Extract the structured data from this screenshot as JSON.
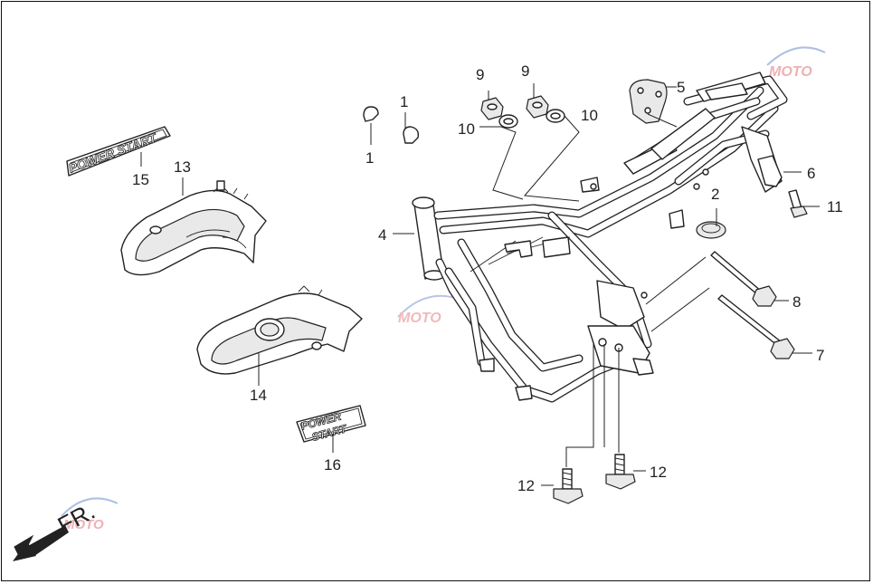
{
  "direction_label": "FR.",
  "decals": {
    "top": {
      "line1": "POWER START"
    },
    "bottom": {
      "line1": "POWER",
      "line2": "START"
    }
  },
  "callouts": {
    "c1a": "1",
    "c1b": "1",
    "c2": "2",
    "c4": "4",
    "c5": "5",
    "c6": "6",
    "c7": "7",
    "c8": "8",
    "c9a": "9",
    "c9b": "9",
    "c10a": "10",
    "c10b": "10",
    "c11": "11",
    "c12a": "12",
    "c12b": "12",
    "c13": "13",
    "c14": "14",
    "c15": "15",
    "c16": "16"
  },
  "colors": {
    "line": "#222222",
    "fill_light": "#e9e9e9",
    "watermark_red": "#d9535a",
    "watermark_blue": "#4d73c4"
  }
}
